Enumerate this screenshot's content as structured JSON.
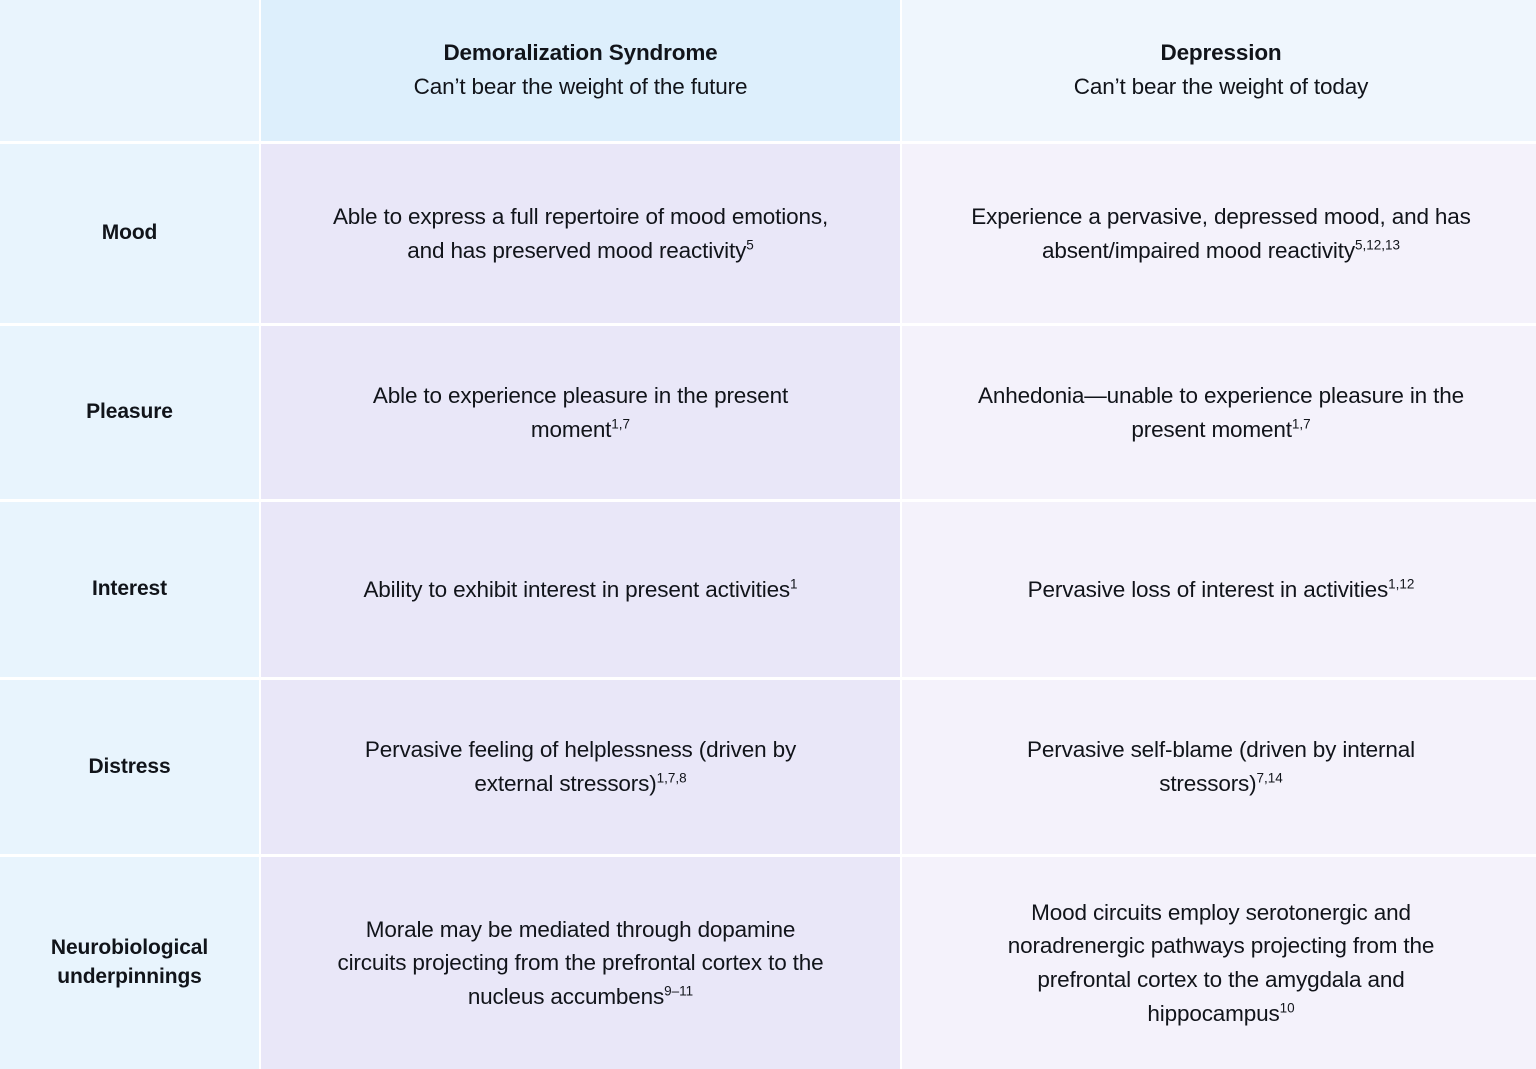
{
  "table": {
    "corner_label": "",
    "columns": [
      {
        "key": "demoralization",
        "title": "Demoralization Syndrome",
        "subtitle": "Can’t bear the weight of the future",
        "header_bg": "#ddeffc",
        "cell_bg": "#e9e7f8"
      },
      {
        "key": "depression",
        "title": "Depression",
        "subtitle": "Can’t bear the weight of today",
        "header_bg": "#eff6fd",
        "cell_bg": "#f4f2fb"
      }
    ],
    "rows": [
      {
        "label": "Mood",
        "demoralization": {
          "text": "Able to express a full repertoire of mood emotions, and has preserved mood reactivity",
          "refs": "5"
        },
        "depression": {
          "text": "Experience a pervasive, depressed mood, and has absent/impaired mood reactivity",
          "refs": "5,12,13"
        }
      },
      {
        "label": "Pleasure",
        "demoralization": {
          "text": "Able to experience pleasure in the present moment",
          "refs": "1,7"
        },
        "depression": {
          "text": "Anhedonia—unable to experience pleasure in the present moment",
          "refs": "1,7"
        }
      },
      {
        "label": "Interest",
        "demoralization": {
          "text": "Ability to exhibit interest in present activities",
          "refs": "1"
        },
        "depression": {
          "text": "Pervasive loss of interest in activities",
          "refs": "1,12"
        }
      },
      {
        "label": "Distress",
        "demoralization": {
          "text": "Pervasive feeling of helplessness (driven by external stressors)",
          "refs": "1,7,8"
        },
        "depression": {
          "text": "Pervasive self-blame (driven by internal stressors)",
          "refs": "7,14"
        }
      },
      {
        "label": "Neurobiological underpinnings",
        "demoralization": {
          "text": "Morale may be mediated through dopamine circuits projecting from the prefrontal cortex to the nucleus accumbens",
          "refs": "9–11"
        },
        "depression": {
          "text": "Mood circuits employ serotonergic and noradrenergic pathways projecting from the prefrontal cortex to the amygdala and hippocampus",
          "refs": "10"
        }
      }
    ]
  }
}
